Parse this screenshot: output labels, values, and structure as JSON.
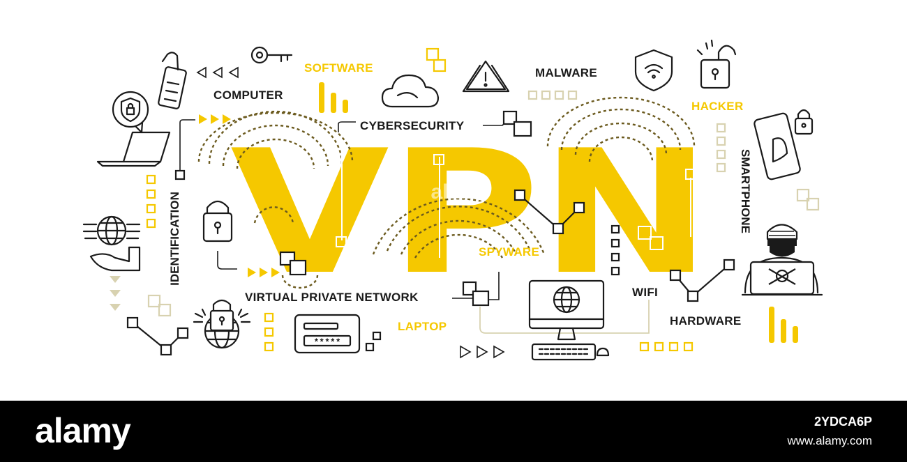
{
  "title": "VPN",
  "labels": {
    "software": "SOFTWARE",
    "computer": "COMPUTER",
    "malware": "MALWARE",
    "hacker": "HACKER",
    "cybersecurity": "CYBERSECURITY",
    "smartphone": "SMARTPHONE",
    "identification": "IDENTIFICATION",
    "spyware": "SPYWARE",
    "wifi": "WIFI",
    "hardware": "HARDWARE",
    "virtual_private_network": "VIRTUAL PRIVATE NETWORK",
    "laptop": "LAPTOP"
  },
  "password_mask": "*****",
  "watermark": "alamy",
  "footer": {
    "brand": "alamy",
    "image_id": "2YDCA6P",
    "site": "www.alamy.com"
  },
  "colors": {
    "accent": "#f5c800",
    "line": "#1a1a1a",
    "dotted": "#6b5a1e",
    "muted_square": "#d8d2b0",
    "footer_bg": "#000000"
  },
  "icons": [
    "key-icon",
    "padlock-open-icon",
    "shield-lock-bubble-icon",
    "laptop-icon",
    "globe-hand-icon",
    "padlock-icon",
    "locked-globe-icon",
    "password-card-icon",
    "cloud-icon",
    "warning-triangle-icon",
    "shield-wifi-icon",
    "open-padlock-icon",
    "smartphone-lock-icon",
    "hacker-icon",
    "monitor-globe-icon",
    "keyboard-icon",
    "mouse-icon"
  ]
}
